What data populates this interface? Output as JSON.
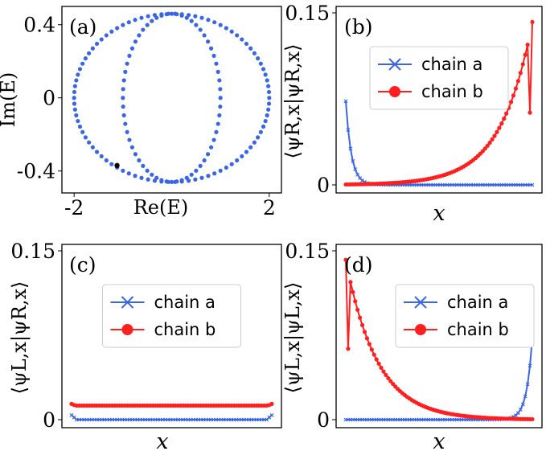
{
  "chart_data": [
    {
      "panel": "(a)",
      "type": "scatter",
      "xlabel": "Re(E)",
      "ylabel": "Im(E)",
      "xlim": [
        -2.25,
        2.25
      ],
      "ylim": [
        -0.52,
        0.5
      ],
      "xticks": [
        {
          "value": -2,
          "label": "-2"
        },
        {
          "value": 2,
          "label": "2"
        }
      ],
      "yticks": [
        {
          "value": 0.4,
          "label": "0.4"
        },
        {
          "value": 0,
          "label": "0"
        },
        {
          "value": -0.4,
          "label": "-0.4"
        }
      ],
      "series": [
        {
          "color": "#3a66e6",
          "description": "outer loop",
          "cx": 0.0,
          "rx": 2.0,
          "ry": 0.46,
          "n_points": 90
        },
        {
          "color": "#3a66e6",
          "description": "inner loop",
          "cx": 0.0,
          "rx": 1.0,
          "ry": 0.46,
          "n_points": 60
        }
      ],
      "highlight_point": {
        "x": -1.12,
        "y": -0.37,
        "color": "#000000"
      }
    },
    {
      "panel": "(b)",
      "type": "line",
      "xlabel": "x",
      "ylabel": "⟨ψR,x|ψR,x⟩",
      "ylim": [
        0,
        0.15
      ],
      "yticks": [
        {
          "value": 0,
          "label": "0"
        },
        {
          "value": 0.15,
          "label": "0.15"
        }
      ],
      "n_sites": 80,
      "legend": {
        "position": "upper-center"
      },
      "series": [
        {
          "name": "chain a",
          "color": "#3a66e6",
          "marker": "x",
          "edge": "left",
          "peak": 0.073,
          "decay": 0.42
        },
        {
          "name": "chain b",
          "color": "#ff1f1f",
          "marker": "o",
          "edge": "right",
          "peak": 0.142,
          "decay": 0.075,
          "bump": {
            "offset": 1,
            "value": 0.063
          }
        }
      ]
    },
    {
      "panel": "(c)",
      "type": "line",
      "xlabel": "x",
      "ylabel": "⟨ψL,x|ψR,x⟩",
      "ylim": [
        0,
        0.15
      ],
      "yticks": [
        {
          "value": 0,
          "label": "0"
        },
        {
          "value": 0.15,
          "label": "0.15"
        }
      ],
      "n_sites": 80,
      "legend": {
        "position": "upper-center"
      },
      "series": [
        {
          "name": "chain a",
          "color": "#3a66e6",
          "marker": "x",
          "flat": 0.0,
          "edge_values": [
            0.004,
            0.002
          ]
        },
        {
          "name": "chain b",
          "color": "#ff1f1f",
          "marker": "o",
          "flat": 0.0125,
          "edge_values": [
            0.014,
            0.013
          ]
        }
      ]
    },
    {
      "panel": "(d)",
      "type": "line",
      "xlabel": "x",
      "ylabel": "⟨ψL,x|ψL,x⟩",
      "ylim": [
        0,
        0.15
      ],
      "yticks": [
        {
          "value": 0,
          "label": "0"
        },
        {
          "value": 0.15,
          "label": "0.15"
        }
      ],
      "n_sites": 80,
      "legend": {
        "position": "upper-right"
      },
      "series": [
        {
          "name": "chain a",
          "color": "#3a66e6",
          "marker": "x",
          "edge": "right",
          "peak": 0.073,
          "decay": 0.42
        },
        {
          "name": "chain b",
          "color": "#ff1f1f",
          "marker": "o",
          "edge": "left",
          "peak": 0.142,
          "decay": 0.075,
          "bump": {
            "offset": 1,
            "value": 0.063
          }
        }
      ]
    }
  ]
}
